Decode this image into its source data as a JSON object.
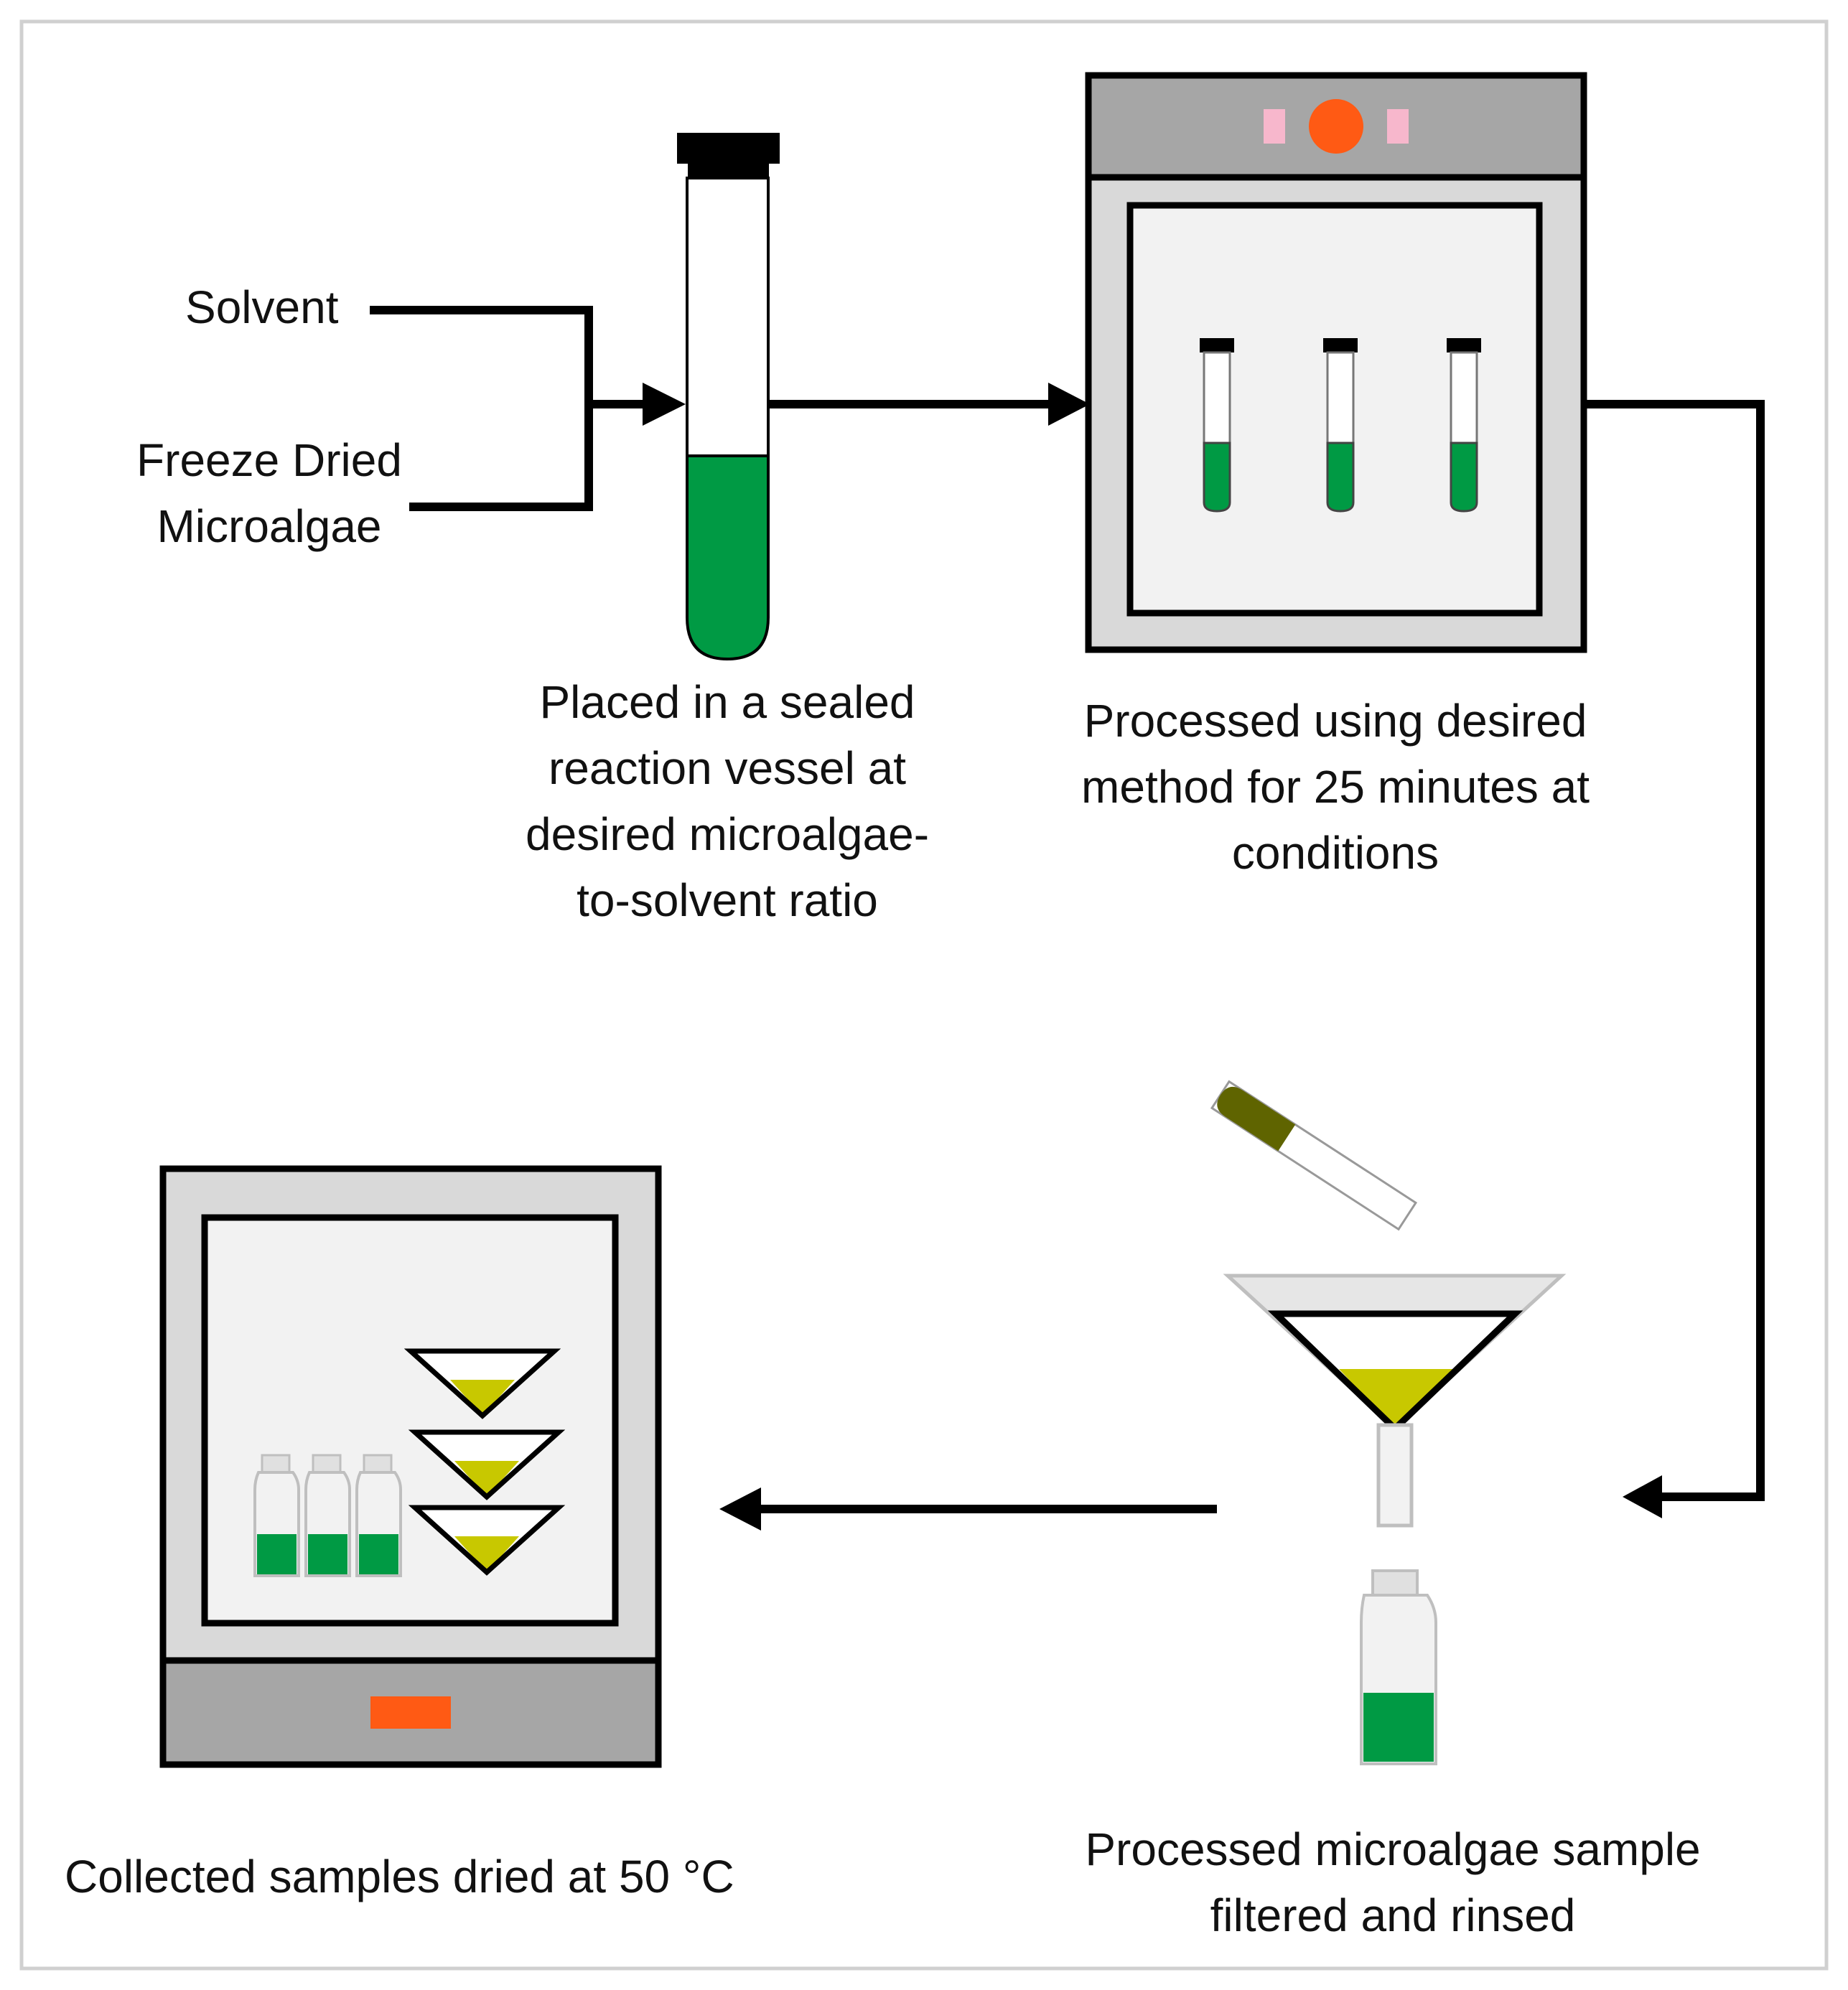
{
  "inputs": {
    "solvent": "Solvent",
    "microalgae_line1": "Freeze Dried",
    "microalgae_line2": "Microalgae"
  },
  "steps": {
    "vessel": [
      "Placed in a sealed",
      "reaction vessel at",
      "desired microalgae-",
      "to-solvent ratio"
    ],
    "process": [
      "Processed using desired",
      "method for 25 minutes at",
      "conditions"
    ],
    "filter": [
      "Processed microalgae sample",
      "filtered and rinsed"
    ],
    "dry": "Collected samples dried at 50 °C"
  },
  "colors": {
    "algae_green": "#009A44",
    "filtrate_yellow": "#C8C800",
    "oven_frame": "#D9D9D9",
    "oven_panel": "#A6A6A6",
    "oven_interior": "#F2F2F2",
    "indicator_orange": "#FF5A14",
    "indicator_pink": "#F7B7CC",
    "stirrer_olive": "#5F6400"
  }
}
